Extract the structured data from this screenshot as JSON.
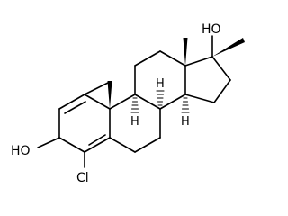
{
  "labels": {
    "oh_top": "HO",
    "oh_left": "HO",
    "cl": "Cl",
    "h_9": "H",
    "h_8": "H",
    "h_14": "H"
  }
}
